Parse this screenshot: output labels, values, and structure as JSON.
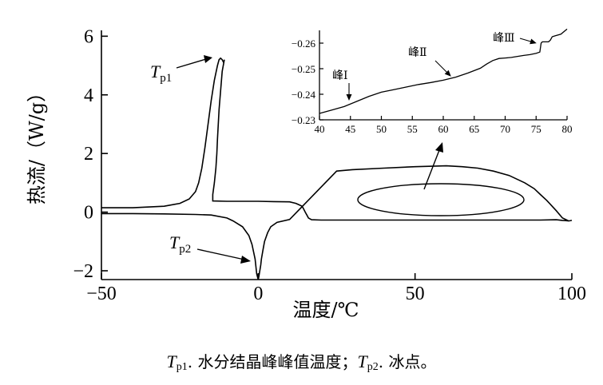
{
  "chart_data": [
    {
      "type": "line",
      "xlabel": "温度/℃",
      "ylabel": "热流/（W/g）",
      "xlim": [
        -50,
        100
      ],
      "ylim": [
        -2.3,
        6.2
      ],
      "xticks": [
        -50,
        0,
        50,
        100
      ],
      "yticks": [
        -2,
        0,
        2,
        4,
        6
      ],
      "xtick_labels": [
        "−50",
        "0",
        "50",
        "100"
      ],
      "ytick_labels": [
        "−2",
        "0",
        "2",
        "4",
        "6"
      ],
      "series": [
        {
          "x": [
            -50,
            -40,
            -30,
            -25,
            -22,
            -20,
            -19,
            -18,
            -17,
            -16,
            -15,
            -14,
            -13,
            -12.5,
            -12,
            -11.5,
            -11,
            -10.8,
            -11.5,
            -12.5,
            -13,
            -13.2,
            -13.5,
            -14,
            -14.5,
            -14.5,
            -10,
            0,
            5,
            10,
            12,
            13,
            14,
            14.5,
            15,
            15.5,
            16,
            17,
            20,
            30,
            40,
            50,
            60,
            70,
            80,
            90,
            95,
            97,
            98,
            99,
            100,
            99,
            97,
            95,
            92,
            90,
            88,
            85,
            80,
            75,
            70,
            65,
            60,
            50,
            40,
            30,
            25,
            10,
            6,
            4,
            3,
            2,
            1.5,
            1,
            0.8,
            0.5,
            0.2,
            0,
            -0.5,
            -1,
            -2,
            -3,
            -5,
            -8,
            -10,
            -15,
            -20,
            -30,
            -40,
            -50
          ],
          "y": [
            0.15,
            0.15,
            0.2,
            0.3,
            0.45,
            0.7,
            1.0,
            1.5,
            2.2,
            3.0,
            3.8,
            4.5,
            5.0,
            5.2,
            5.25,
            5.2,
            5.1,
            5.2,
            4.8,
            3.5,
            2.5,
            2.0,
            1.5,
            1.0,
            0.6,
            0.38,
            0.37,
            0.37,
            0.36,
            0.35,
            0.3,
            0.25,
            0.2,
            0.1,
            0.0,
            -0.1,
            -0.2,
            -0.26,
            -0.27,
            -0.27,
            -0.27,
            -0.27,
            -0.27,
            -0.27,
            -0.27,
            -0.27,
            -0.26,
            -0.28,
            -0.29,
            -0.3,
            -0.28,
            -0.3,
            -0.2,
            0.05,
            0.4,
            0.6,
            0.8,
            1.0,
            1.25,
            1.4,
            1.5,
            1.55,
            1.58,
            1.55,
            1.5,
            1.45,
            1.4,
            -0.25,
            -0.35,
            -0.5,
            -0.7,
            -1.0,
            -1.3,
            -1.6,
            -1.8,
            -2.0,
            -2.2,
            -2.3,
            -2.1,
            -1.6,
            -1.1,
            -0.8,
            -0.5,
            -0.3,
            -0.2,
            -0.1,
            -0.08,
            -0.06,
            -0.05,
            -0.05
          ]
        }
      ],
      "annotations": [
        {
          "base": "T",
          "sub": "p1",
          "x": -14,
          "y": 4.9
        },
        {
          "base": "T",
          "sub": "p2",
          "x": 0,
          "y": -2.2
        }
      ]
    },
    {
      "type": "line",
      "xlim": [
        40,
        80
      ],
      "ylim": [
        -0.23,
        -0.265
      ],
      "xticks": [
        40,
        45,
        50,
        55,
        60,
        65,
        70,
        75,
        80
      ],
      "yticks": [
        -0.23,
        -0.24,
        -0.25,
        -0.26
      ],
      "xtick_labels": [
        "40",
        "45",
        "50",
        "55",
        "60",
        "65",
        "70",
        "75",
        "80"
      ],
      "ytick_labels": [
        "−0.23",
        "−0.24",
        "−0.25",
        "−0.26"
      ],
      "series": [
        {
          "x": [
            40,
            42,
            44,
            46,
            48,
            50,
            52,
            54,
            56,
            58,
            60,
            62,
            64,
            66,
            67,
            68,
            69,
            70,
            71,
            72,
            73,
            74,
            75,
            75.6,
            75.8,
            76,
            76.5,
            77,
            77.3,
            77.6,
            78,
            79,
            80
          ],
          "y": [
            -0.2325,
            -0.2338,
            -0.2352,
            -0.2372,
            -0.2392,
            -0.2408,
            -0.2418,
            -0.2428,
            -0.2438,
            -0.2446,
            -0.2455,
            -0.2467,
            -0.2483,
            -0.2502,
            -0.2518,
            -0.2532,
            -0.254,
            -0.2542,
            -0.2544,
            -0.2548,
            -0.2552,
            -0.2555,
            -0.256,
            -0.2565,
            -0.26,
            -0.2605,
            -0.2605,
            -0.2605,
            -0.2612,
            -0.2625,
            -0.2628,
            -0.2635,
            -0.2655
          ]
        }
      ],
      "annotations": [
        {
          "label": "峰Ⅰ",
          "x": 44.5,
          "y": -0.2345
        },
        {
          "label": "峰Ⅱ",
          "x": 62.5,
          "y": -0.2465
        },
        {
          "label": "峰Ⅲ",
          "x": 75.5,
          "y": -0.2575
        }
      ]
    }
  ],
  "caption": {
    "tp1": "T",
    "tp1_sub": "p1",
    "text1": ". 水分结晶峰峰值温度；",
    "tp2": "T",
    "tp2_sub": "p2",
    "text2": ". 冰点。"
  }
}
